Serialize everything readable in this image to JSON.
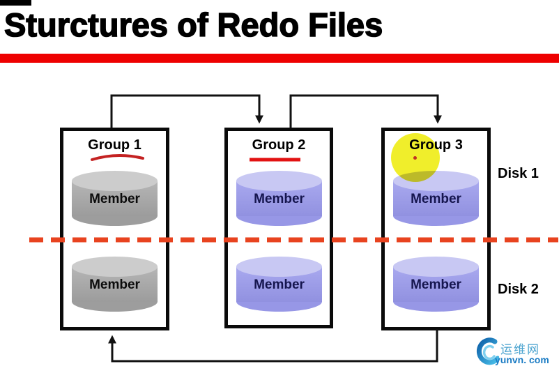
{
  "title": "Sturctures of Redo Files",
  "groups": [
    {
      "label": "Group 1",
      "members": [
        "Member",
        "Member"
      ]
    },
    {
      "label": "Group 2",
      "members": [
        "Member",
        "Member"
      ]
    },
    {
      "label": "Group 3",
      "members": [
        "Member",
        "Member"
      ]
    }
  ],
  "disks": [
    {
      "label": "Disk 1"
    },
    {
      "label": "Disk 2"
    }
  ],
  "watermark": {
    "site_name_cn": "运维网",
    "site_url": "yunvn. com"
  },
  "colors": {
    "title_rule": "#ee0000",
    "dashed_disk_divider": "#e8431f",
    "group1_underline": "#c42222",
    "group2_underline": "#e21212",
    "gray_cylinder_body": "#a2a2a2",
    "gray_cylinder_top": "#cccccc",
    "blue_cylinder_body": "#9b9be9",
    "blue_cylinder_top": "#c8c8f3",
    "highlight_circle": "#f0ee2b",
    "logo_blue": "#1b7cc4"
  }
}
